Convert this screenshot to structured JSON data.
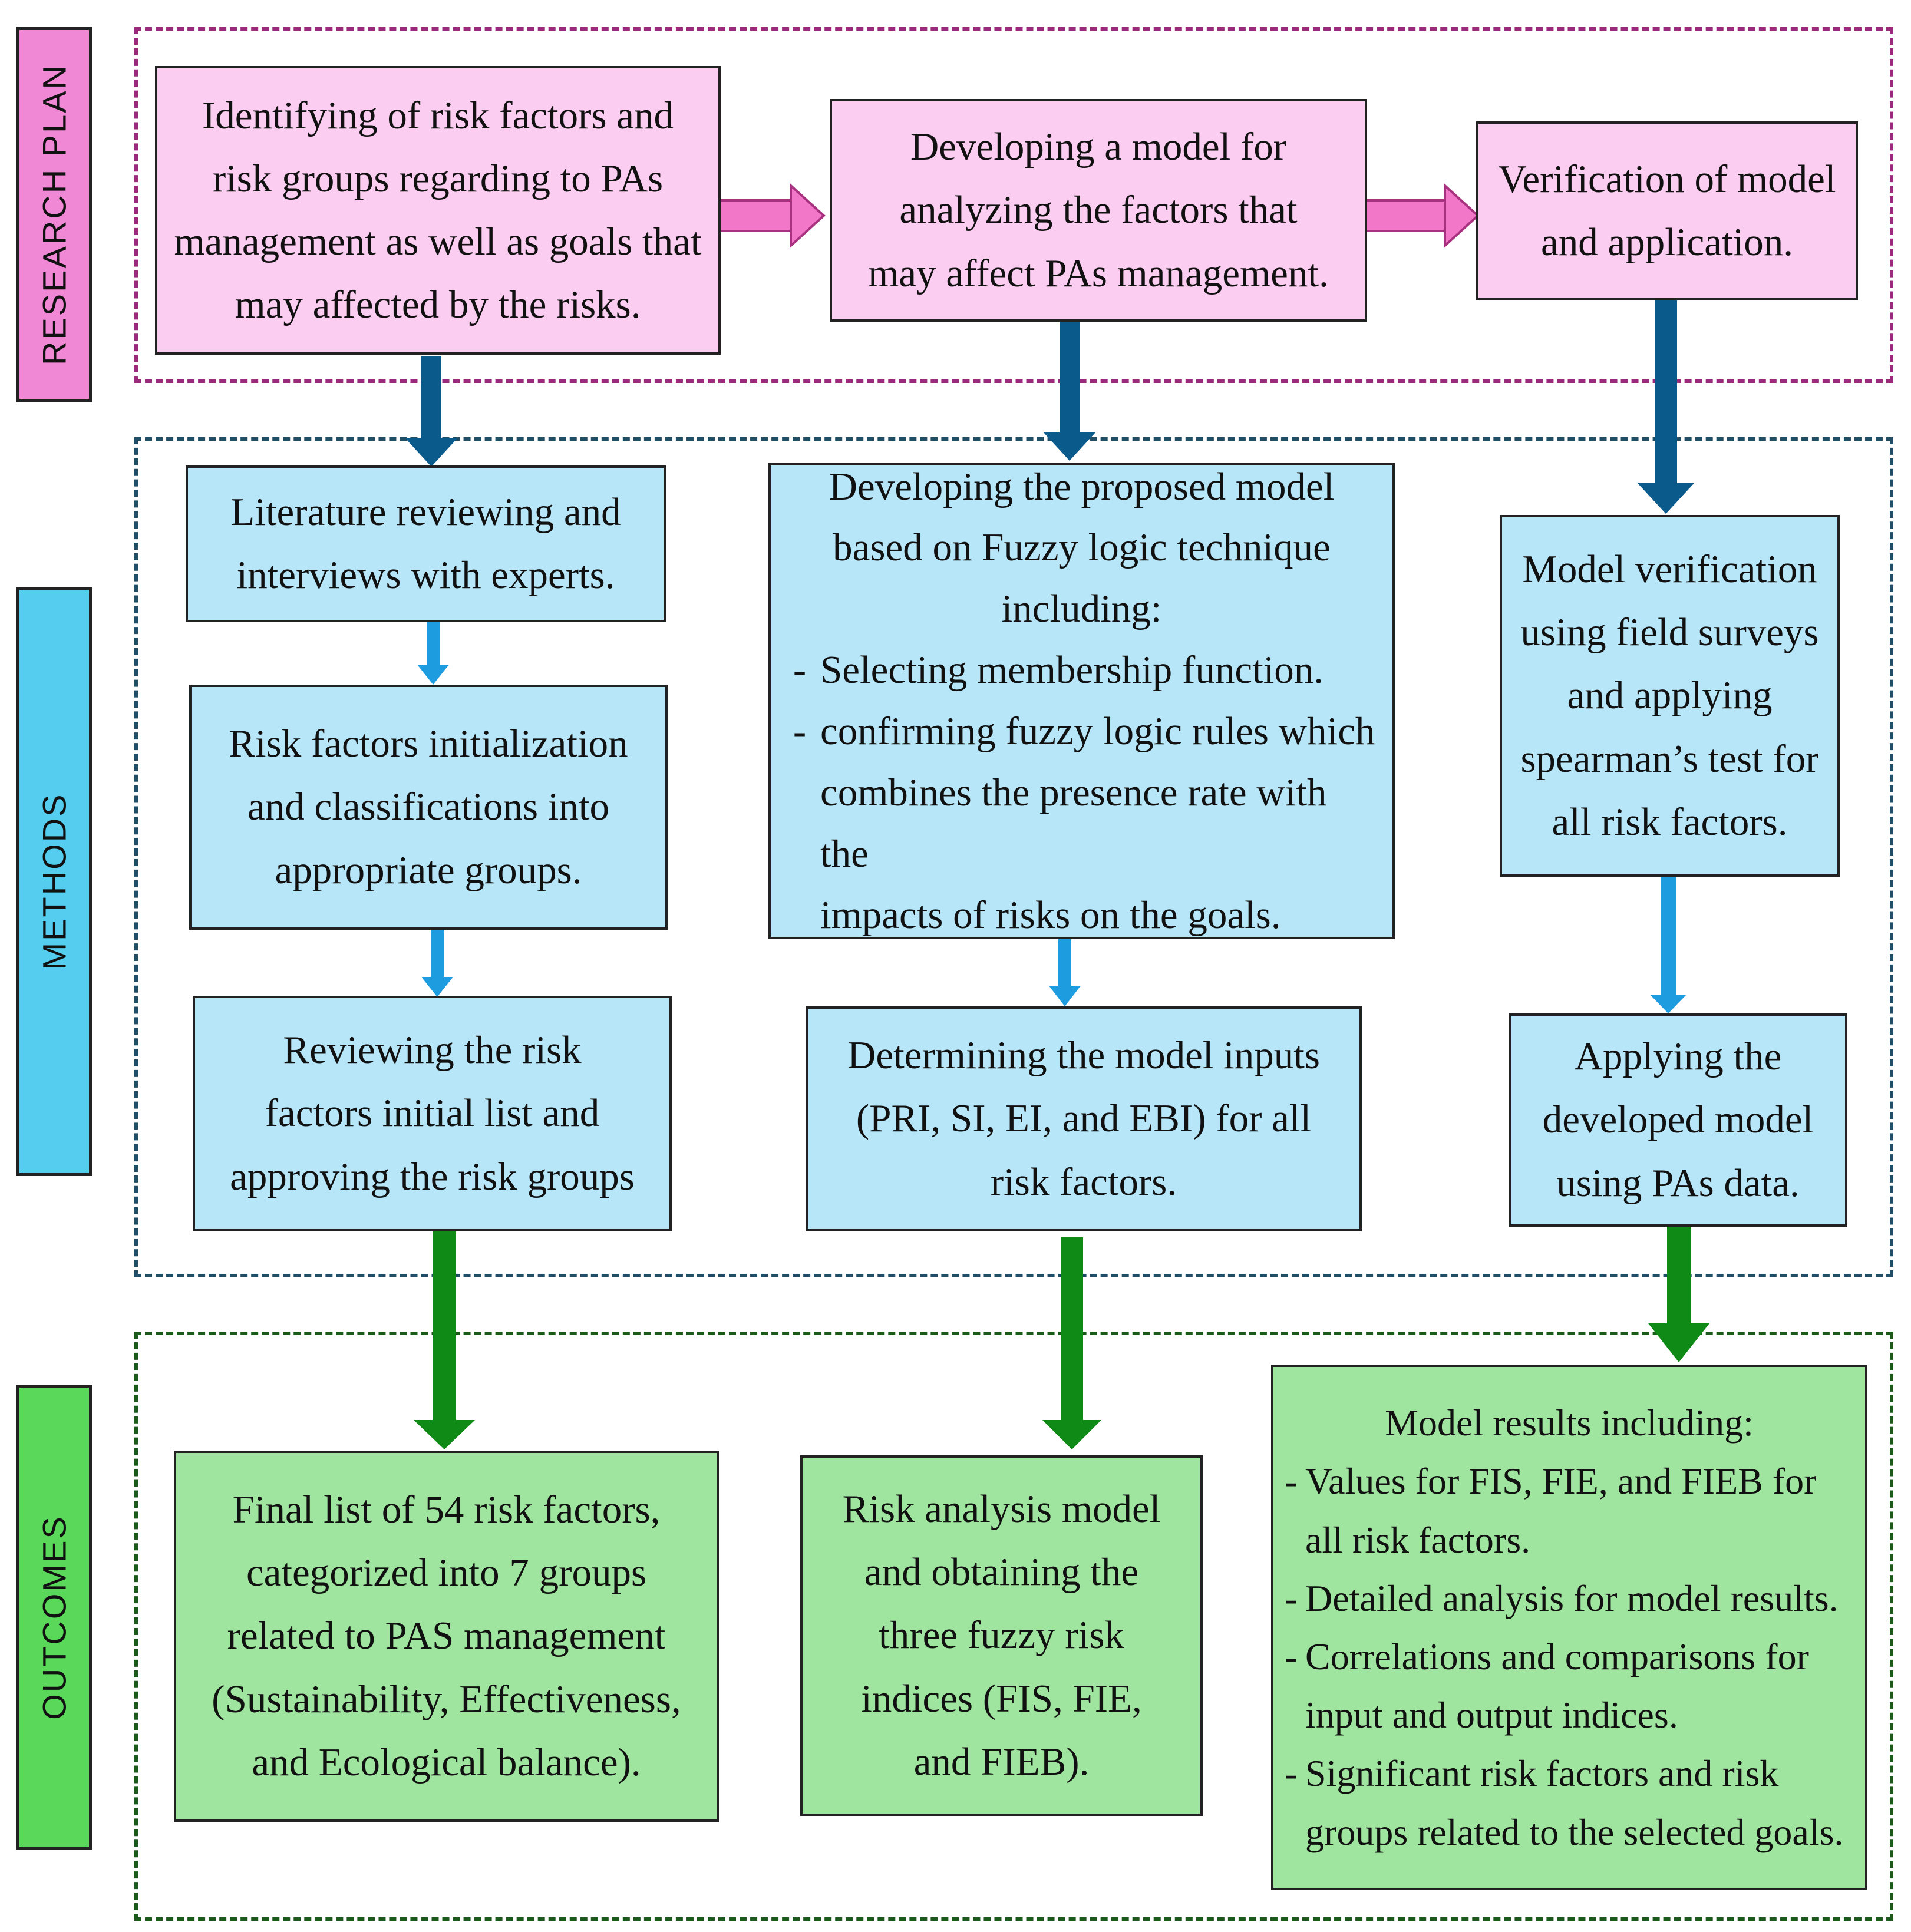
{
  "side_labels": {
    "research_plan": "RESEARCH PLAN",
    "methods": "METHODS",
    "outcomes": "OUTCOMES"
  },
  "research_plan": {
    "step1": [
      "Identifying of risk factors and",
      "risk groups regarding to PAs",
      "management as well as goals that",
      "may affected by the risks."
    ],
    "step2": [
      "Developing a model for",
      "analyzing the factors that",
      "may affect PAs management."
    ],
    "step3": [
      "Verification of model",
      "and application."
    ]
  },
  "methods": {
    "col1": {
      "box1": [
        "Literature reviewing and",
        "interviews with experts."
      ],
      "box2": [
        "Risk factors initialization",
        "and classifications into",
        "appropriate groups."
      ],
      "box3": [
        "Reviewing the risk",
        "factors initial list and",
        "approving the risk groups"
      ]
    },
    "col2": {
      "box1": {
        "intro": [
          "Developing the proposed model",
          "based on Fuzzy logic technique",
          "including:"
        ],
        "bullet": "-",
        "item1": "Selecting membership function.",
        "item2": [
          "confirming fuzzy logic rules which",
          "combines the presence rate with the",
          "impacts of risks on the goals."
        ]
      },
      "box2": [
        "Determining the model inputs",
        "(PRI, SI, EI, and EBI) for all",
        "risk factors."
      ]
    },
    "col3": {
      "box1": [
        "Model verification",
        "using field surveys",
        "and applying",
        "spearman’s test for",
        "all risk factors."
      ],
      "box2": [
        "Applying the",
        "developed model",
        "using PAs data."
      ]
    }
  },
  "outcomes": {
    "box1": [
      "Final list of 54 risk factors,",
      "categorized into 7 groups",
      "related to PAS management",
      "(Sustainability, Effectiveness,",
      "and Ecological balance)."
    ],
    "box2": [
      "Risk analysis model",
      "and obtaining the",
      "three fuzzy risk",
      "indices (FIS, FIE,",
      "and FIEB)."
    ],
    "box3": {
      "title": "Model results including:",
      "bullet": "-",
      "item1": [
        "Values for FIS, FIE, and FIEB for",
        "all risk factors."
      ],
      "item2": [
        "Detailed analysis for model results."
      ],
      "item3": [
        "Correlations and comparisons for",
        "input and output indices."
      ],
      "item4": [
        "Significant risk factors and risk",
        "groups related to the selected goals."
      ]
    }
  },
  "colors": {
    "pink_box": "#fbcdf0",
    "blue_box": "#b7e6f8",
    "green_box": "#a0e59f",
    "pink_arrow": "#f277c9",
    "dark_blue_arrow": "#0b5a8c",
    "light_blue_arrow": "#1e9ce0",
    "green_arrow": "#0f8a17",
    "research_border": "#9c2a7c",
    "methods_border": "#1f4e66",
    "outcomes_border": "#1c5a1c"
  }
}
